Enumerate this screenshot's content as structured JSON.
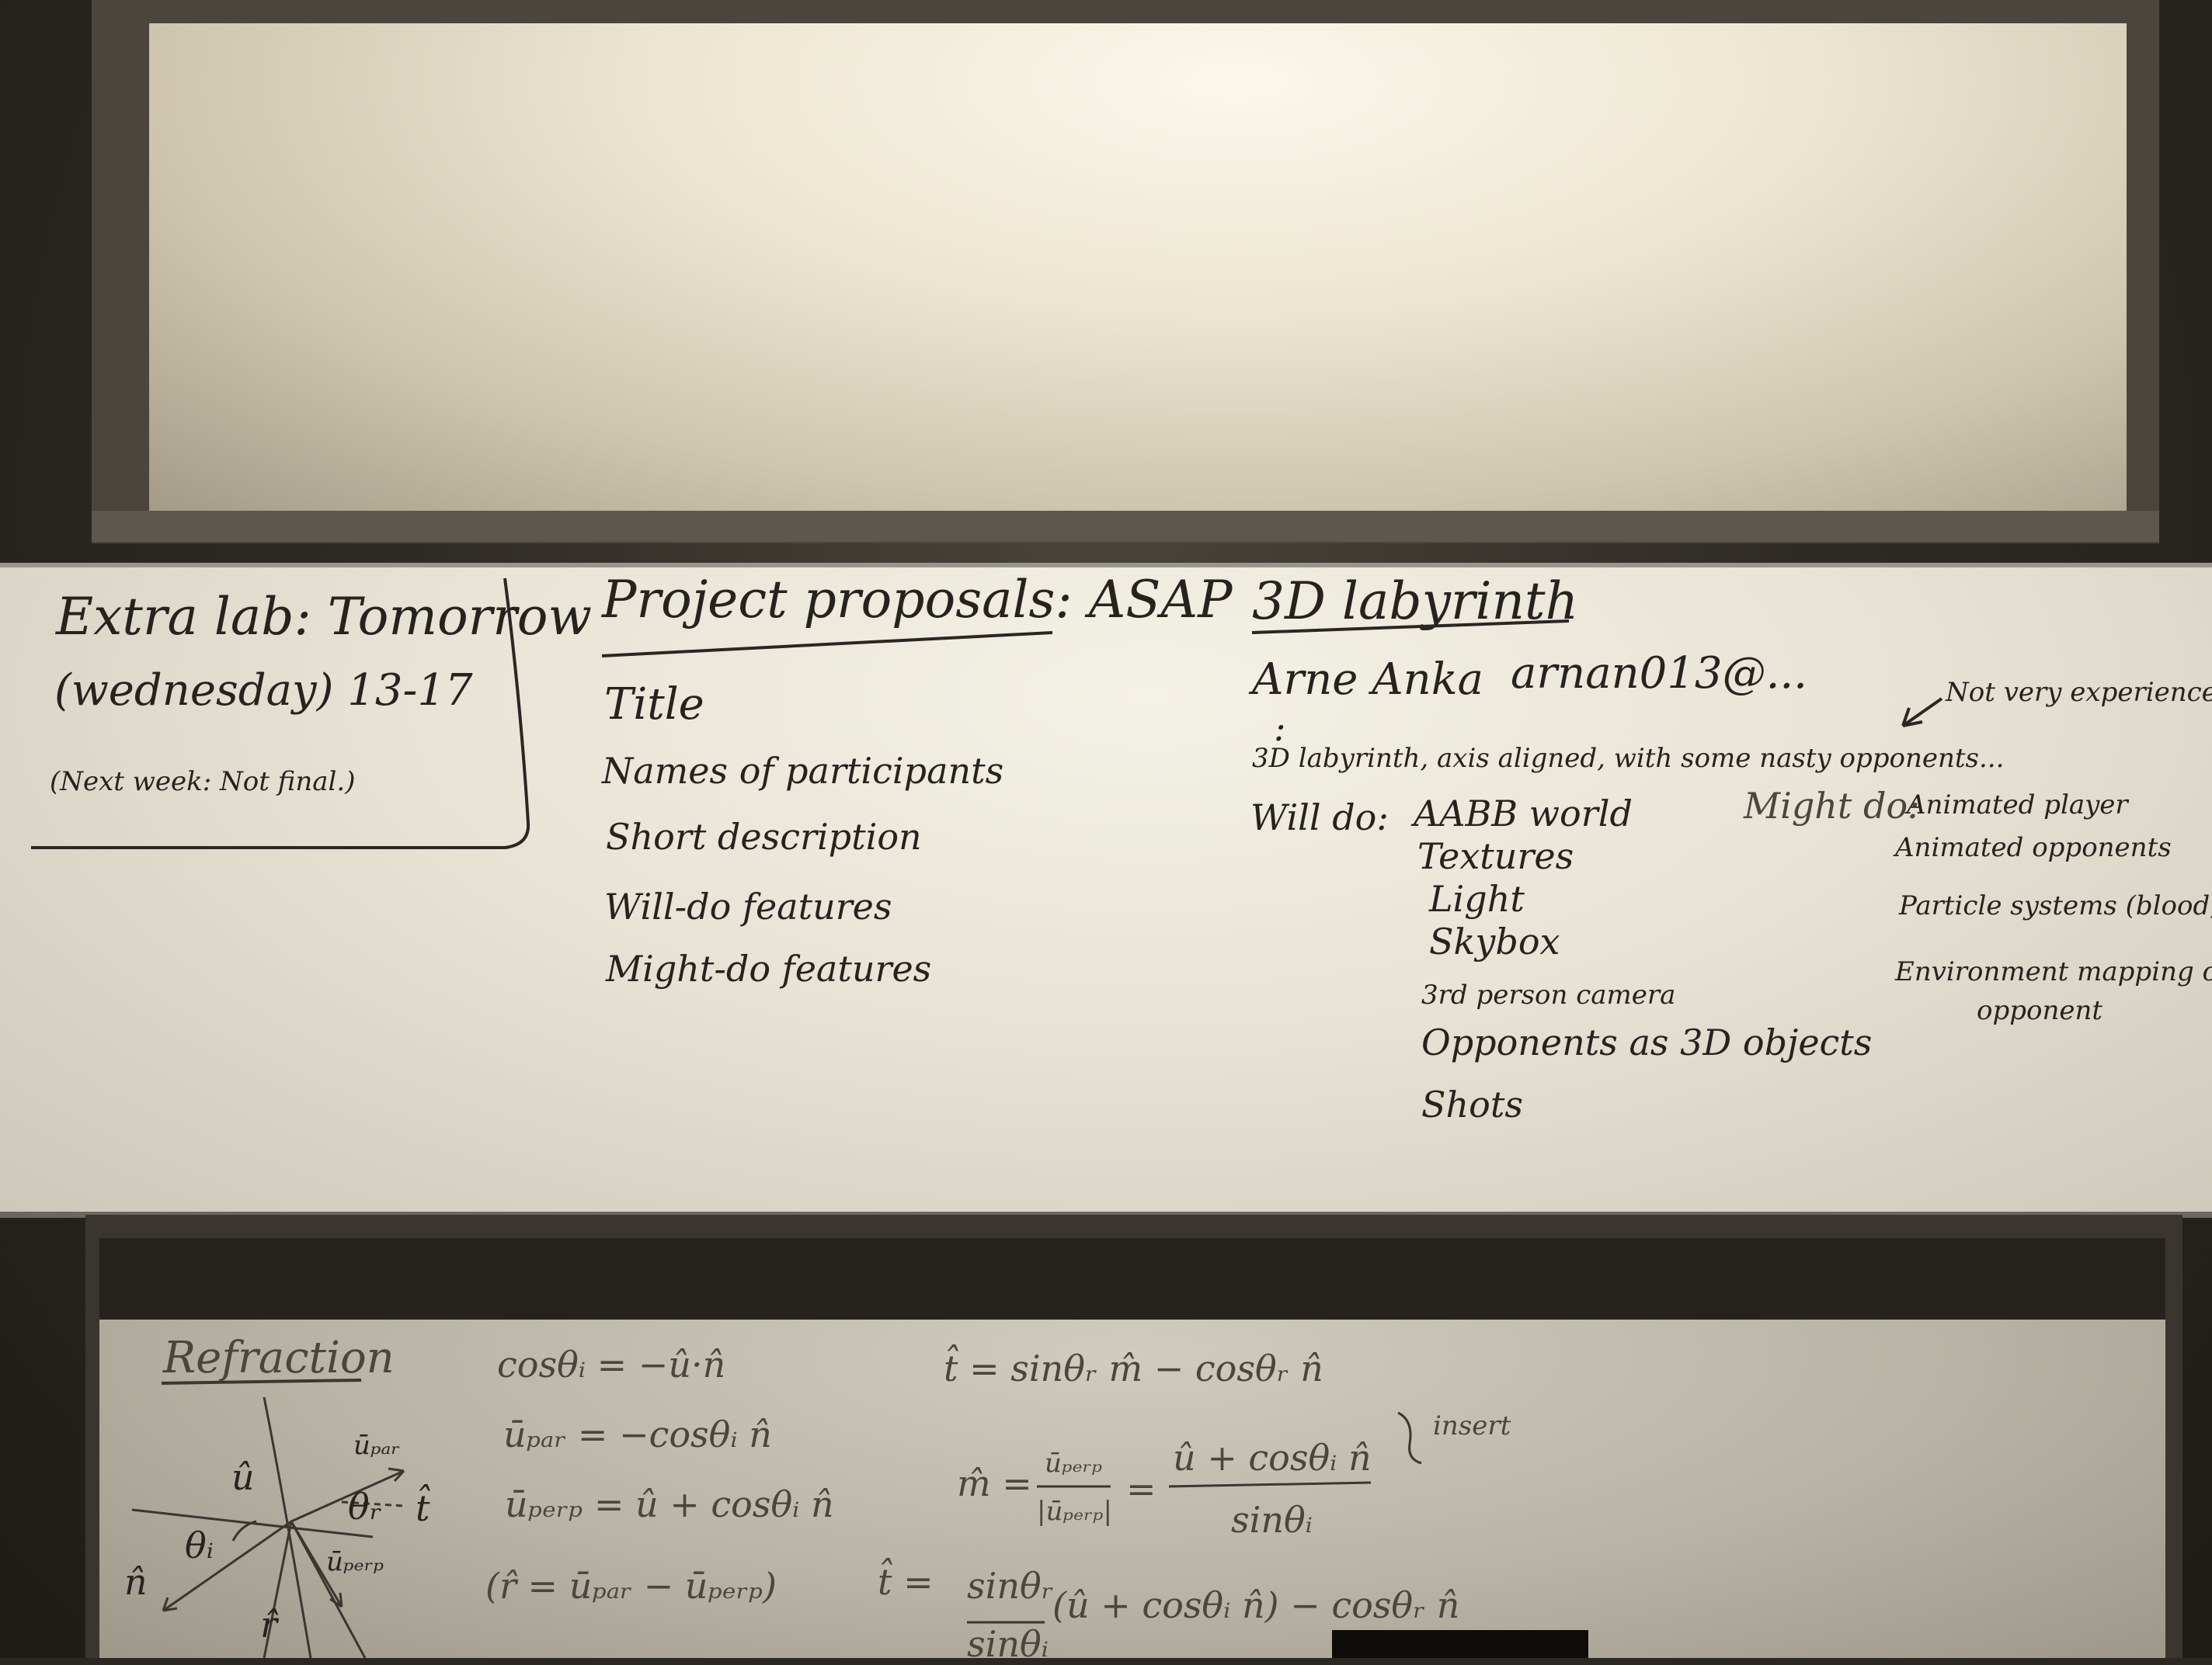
{
  "board_middle": {
    "extra_lab": {
      "line1": "Extra lab: Tomorrow",
      "line2": "(wednesday) 13-17",
      "line3": "(Next week: Not final.)"
    },
    "project_proposals": {
      "heading": "Project proposals: ASAP",
      "items": [
        "Title",
        "Names of participants",
        "Short description",
        "Will-do features",
        "Might-do features"
      ]
    },
    "labyrinth": {
      "heading": "3D labyrinth",
      "author": "Arne Anka",
      "email": "arnan013@...",
      "dots": ":",
      "description": "3D labyrinth, axis aligned, with some nasty opponents...",
      "note": "Not very experienced",
      "will_do_label": "Will do:",
      "will_do": [
        "AABB world",
        "Textures",
        "Light",
        "Skybox",
        "3rd person camera",
        "Opponents as 3D objects",
        "Shots"
      ],
      "might_do_label": "Might do:",
      "might_do": [
        "Animated player",
        "Animated opponents",
        "Particle systems (blood, smoke",
        "Environment mapping on",
        "opponent"
      ]
    }
  },
  "board_lower": {
    "title": "Refraction",
    "eq1": "cosθᵢ = −û·n̂",
    "eq2": "ūₚₐᵣ = −cosθᵢ n̂",
    "eq3": "ūₚₑᵣₚ = û + cosθᵢ n̂",
    "eq4": "(r̂ = ūₚₐᵣ − ūₚₑᵣₚ)",
    "eq5": "t̂ = sinθᵣ m̂ − cosθᵣ n̂",
    "eq6_left": "m̂ =",
    "eq6_frac_num": "ūₚₑᵣₚ",
    "eq6_frac_den": "|ūₚₑᵣₚ|",
    "eq6_eq": "=",
    "eq6_num": "û + cosθᵢ n̂",
    "eq6_den": "sinθᵢ",
    "eq6_note": "insert",
    "eq7_left": "t̂ =",
    "eq7_num": "sinθᵣ",
    "eq7_den": "sinθᵢ",
    "eq7_rest": "(û + cosθᵢ n̂) − cosθᵣ n̂",
    "diagram": {
      "u": "û",
      "theta_i": "θᵢ",
      "theta_r": "θᵣ",
      "u_par": "ūₚₐᵣ",
      "u_perp": "ūₚₑᵣₚ",
      "n": "n̂",
      "r": "r̂",
      "t": "t̂"
    }
  }
}
